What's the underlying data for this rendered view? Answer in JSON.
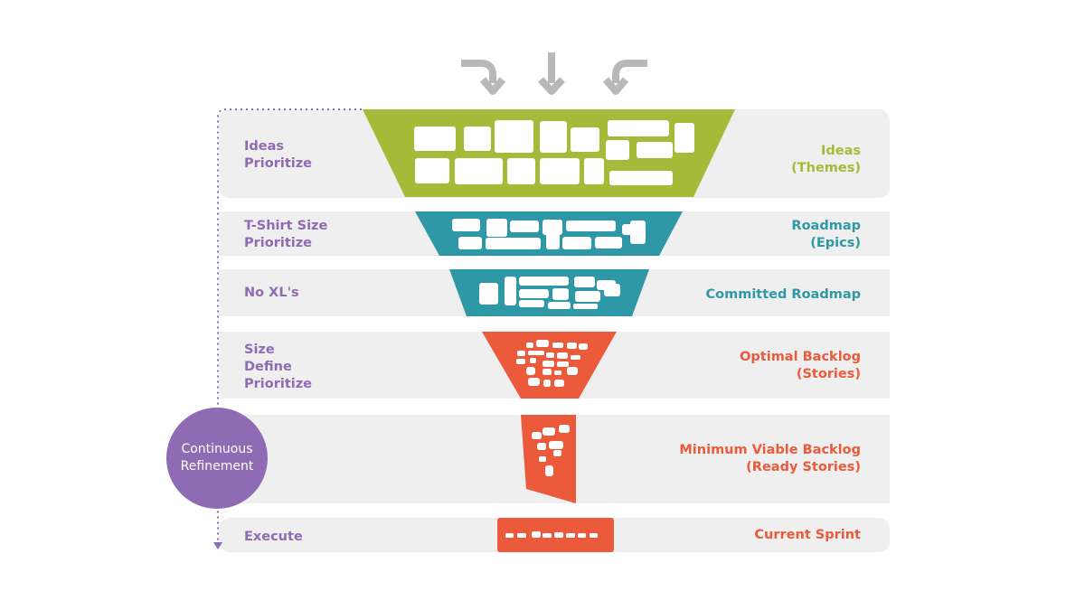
{
  "colors": {
    "green": "#a5ba39",
    "teal": "#2f98a7",
    "orange": "#ea5a3b",
    "purple": "#8e6bb3",
    "band": "#efefef",
    "arrow": "#b8b8b8"
  },
  "stages": [
    {
      "left_lines": [
        "Ideas",
        "Prioritize"
      ],
      "right_lines": [
        "Ideas",
        "(Themes)"
      ],
      "color_key": "green"
    },
    {
      "left_lines": [
        "T-Shirt Size",
        "Prioritize"
      ],
      "right_lines": [
        "Roadmap",
        "(Epics)"
      ],
      "color_key": "teal"
    },
    {
      "left_lines": [
        "No XL's"
      ],
      "right_lines": [
        "Committed Roadmap"
      ],
      "color_key": "teal"
    },
    {
      "left_lines": [
        "Size",
        "Define",
        "Prioritize"
      ],
      "right_lines": [
        "Optimal Backlog",
        "(Stories)"
      ],
      "color_key": "orange"
    },
    {
      "left_lines": [],
      "right_lines": [
        "Minimum Viable Backlog",
        "(Ready Stories)"
      ],
      "color_key": "orange"
    },
    {
      "left_lines": [
        "Execute"
      ],
      "right_lines": [
        "Current Sprint"
      ],
      "color_key": "orange"
    }
  ],
  "loop": {
    "lines": [
      "Continuous",
      "Refinement"
    ]
  },
  "input_arrows": [
    "curved-left-arrow",
    "straight-down-arrow",
    "curved-right-arrow"
  ]
}
